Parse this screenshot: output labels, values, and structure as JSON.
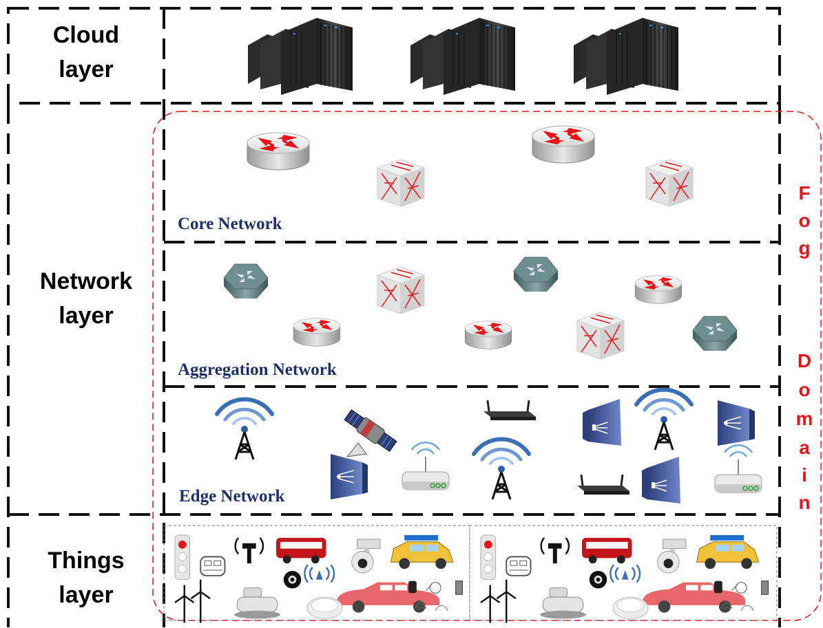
{
  "layers": {
    "cloud": {
      "line1": "Cloud",
      "line2": "layer"
    },
    "network": {
      "line1": "Network",
      "line2": "layer"
    },
    "things": {
      "line1": "Things",
      "line2": "layer"
    }
  },
  "networks": {
    "core": "Core Network",
    "aggregation": "Aggregation Network",
    "edge": "Edge Network"
  },
  "fog": {
    "word1": [
      "F",
      "o",
      "g"
    ],
    "word2": [
      "D",
      "o",
      "m",
      "a",
      "i",
      "n"
    ]
  },
  "colors": {
    "border": "#000000",
    "fog_boundary": "#e8141a",
    "network_label": "#1f2f6b",
    "router_arrow": "#e8141a",
    "wireless_blue": "#3a6fb5"
  },
  "icons": {
    "cloud": "server-rack-icon",
    "core": [
      "router-icon",
      "switch-icon"
    ],
    "aggregation": [
      "hex-router-icon",
      "switch-icon",
      "router-icon"
    ],
    "edge": [
      "cell-tower-icon",
      "satellite-icon",
      "wifi-router-icon",
      "access-point-icon",
      "antenna-panel-icon"
    ],
    "things": [
      "traffic-light-icon",
      "bus-icon",
      "tram-icon",
      "security-camera-icon",
      "car-icon",
      "webcam-icon",
      "wind-turbine-icon",
      "smoke-detector-icon",
      "robot-icon",
      "sensor-icon"
    ]
  }
}
